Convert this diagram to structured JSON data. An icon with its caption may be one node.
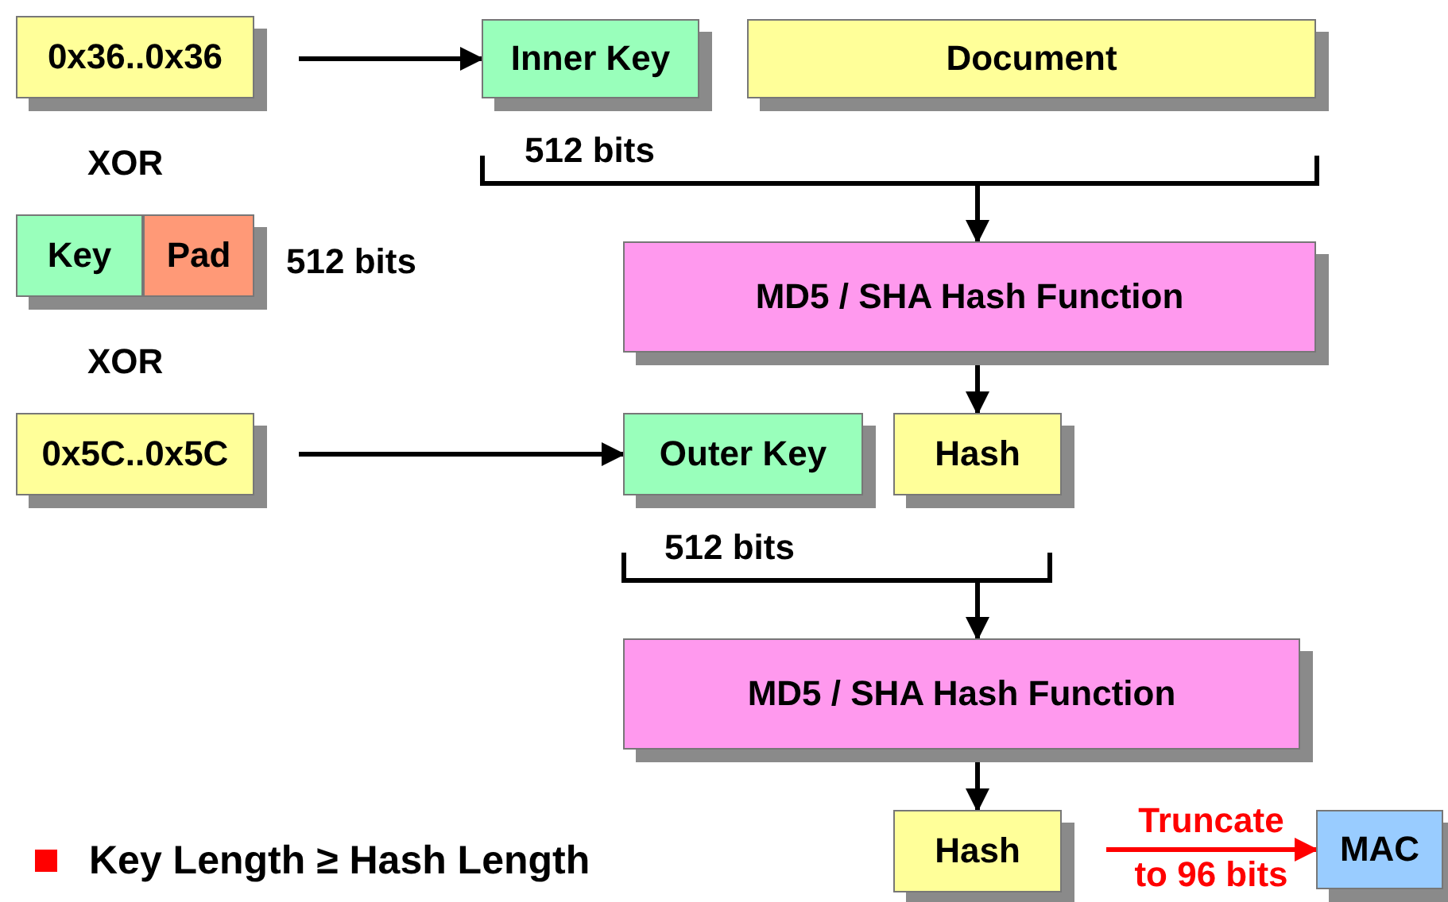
{
  "diagram": {
    "nodes": [
      {
        "text": [
          "0x36..0x36"
        ]
      },
      {
        "text": [
          "Inner Key"
        ]
      },
      {
        "text": [
          "Document"
        ]
      },
      {
        "text": [],
        "shape": "bracket"
      },
      {
        "text": [
          "Key"
        ]
      },
      {
        "text": [
          "Pad"
        ]
      },
      {
        "text": [
          "MD5 / SHA Hash Function"
        ]
      },
      {
        "text": [
          "0x5C..0x5C"
        ]
      },
      {
        "text": [
          "Outer Key"
        ]
      },
      {
        "text": [
          "Hash"
        ]
      },
      {
        "text": [],
        "shape": "bracket"
      },
      {
        "text": [
          "MD5 / SHA Hash Function"
        ]
      },
      {
        "text": [
          "Hash"
        ]
      },
      {
        "text": [
          "MAC"
        ]
      }
    ],
    "edges": [
      {
        "from": 0,
        "to": 1,
        "arrow": "to"
      },
      {
        "from": 3,
        "to": 6,
        "arrow": "to"
      },
      {
        "from": 6,
        "to": 9,
        "arrow": "to"
      },
      {
        "from": 7,
        "to": 8,
        "arrow": "to"
      },
      {
        "from": 10,
        "to": 11,
        "arrow": "to"
      },
      {
        "from": 11,
        "to": 12,
        "arrow": "to"
      },
      {
        "from": 12,
        "to": 13,
        "arrow": "to",
        "label": "Truncate to 96 bits",
        "color": "#ff0000"
      }
    ],
    "labels": [
      "512 bits",
      "XOR",
      "512 bits",
      "XOR",
      "512 bits",
      "Key Length ≥ Hash Length"
    ]
  }
}
